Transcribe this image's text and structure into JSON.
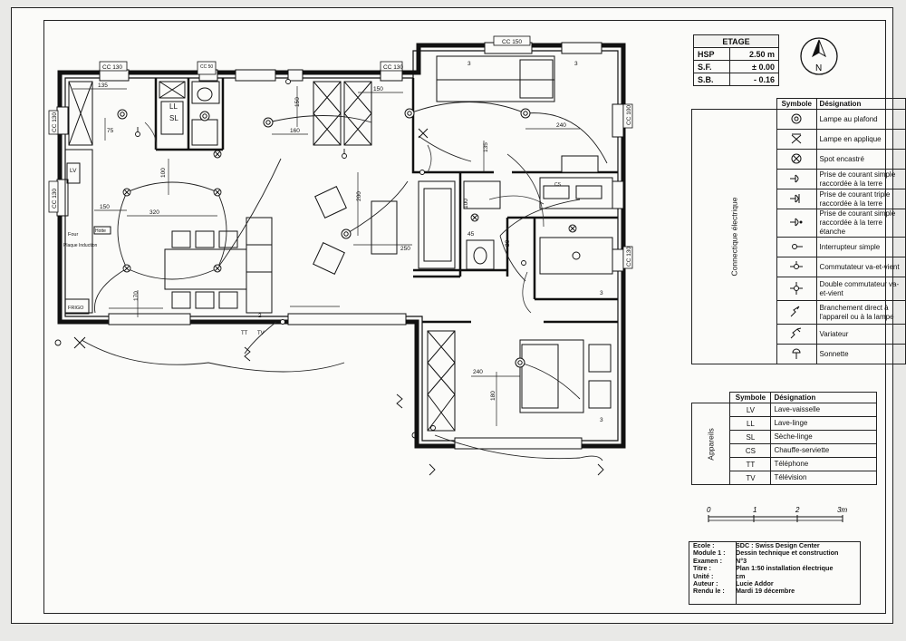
{
  "etage": {
    "title": "ETAGE",
    "rows": [
      {
        "key": "HSP",
        "value": "2.50 m"
      },
      {
        "key": "S.F.",
        "value": "± 0.00"
      },
      {
        "key": "S.B.",
        "value": "- 0.16"
      }
    ]
  },
  "north": {
    "label": "N"
  },
  "legend_electric": {
    "header_symbol": "Symbole",
    "header_designation": "Désignation",
    "group_label": "Connectique électrique",
    "items": [
      {
        "icon": "ceiling-lamp-icon",
        "label": "Lampe au plafond"
      },
      {
        "icon": "wall-lamp-icon",
        "label": "Lampe en applique"
      },
      {
        "icon": "recessed-spot-icon",
        "label": "Spot encastré"
      },
      {
        "icon": "single-outlet-icon",
        "label": "Prise de courant simple raccordée à la terre"
      },
      {
        "icon": "triple-outlet-icon",
        "label": "Prise de courant triple raccordée à la terre"
      },
      {
        "icon": "waterproof-outlet-icon",
        "label": "Prise de courant simple raccordée à la terre étanche"
      },
      {
        "icon": "simple-switch-icon",
        "label": "Interrupteur simple"
      },
      {
        "icon": "two-way-switch-icon",
        "label": "Commutateur va-et-vient"
      },
      {
        "icon": "double-two-way-switch-icon",
        "label": "Double commutateur va-et-vient"
      },
      {
        "icon": "direct-connection-icon",
        "label": "Branchement direct à l'appareil ou à la lampe"
      },
      {
        "icon": "dimmer-icon",
        "label": "Variateur"
      },
      {
        "icon": "bell-icon",
        "label": "Sonnette"
      }
    ]
  },
  "legend_appliances": {
    "header_symbol": "Symbole",
    "header_designation": "Désignation",
    "group_label": "Appareils",
    "items": [
      {
        "code": "LV",
        "label": "Lave-vaisselle"
      },
      {
        "code": "LL",
        "label": "Lave-linge"
      },
      {
        "code": "SL",
        "label": "Sèche-linge"
      },
      {
        "code": "CS",
        "label": "Chauffe-serviette"
      },
      {
        "code": "TT",
        "label": "Téléphone"
      },
      {
        "code": "TV",
        "label": "Télévision"
      }
    ]
  },
  "scale": {
    "ticks": [
      "0",
      "1",
      "2",
      "3m"
    ]
  },
  "title_block": {
    "rows": [
      {
        "key": "Ecole :",
        "value": "SDC : Swiss Design Center"
      },
      {
        "key": "Module 1 :",
        "value": "Dessin technique et construction"
      },
      {
        "key": "Examen :",
        "value": "N°3"
      },
      {
        "key": "Titre :",
        "value": "Plan 1:50 installation électrique"
      },
      {
        "key": "Unité :",
        "value": "cm"
      },
      {
        "key": "Auteur :",
        "value": "Lucie Addor"
      },
      {
        "key": "Rendu le :",
        "value": "Mardi 19 décembre"
      }
    ]
  },
  "plan": {
    "heater_labels": {
      "kitchen_top": "CC 130",
      "wc_top": "CC 50",
      "bath_top": "CC 130",
      "bedroom_top": "CC 150",
      "west_1": "CC 130",
      "west_2": "CC 130",
      "east_1": "CC 100",
      "east_2": "CC 130"
    },
    "appliances": {
      "ll": "LL",
      "sl": "SL",
      "lv": "LV",
      "four": "Four",
      "plaque": "Plaque Induction",
      "frigo": "FRIGO",
      "hotte": "Hotte",
      "tt": "TT",
      "tv": "TV",
      "cs": "CS"
    },
    "dims": {
      "d135": "135",
      "d75": "75",
      "d100": "100",
      "d150a": "150",
      "d160": "160",
      "d150b": "150",
      "d320": "320",
      "d240a": "240",
      "d135b": "135",
      "d200": "200",
      "d250": "250",
      "d170": "170",
      "d240b": "240",
      "d180": "180",
      "d100b": "100",
      "d45": "45",
      "d20": "20",
      "d150c": "150",
      "d2": "2",
      "d3a": "3",
      "d3b": "3",
      "d3c": "3",
      "d3d": "3"
    }
  }
}
